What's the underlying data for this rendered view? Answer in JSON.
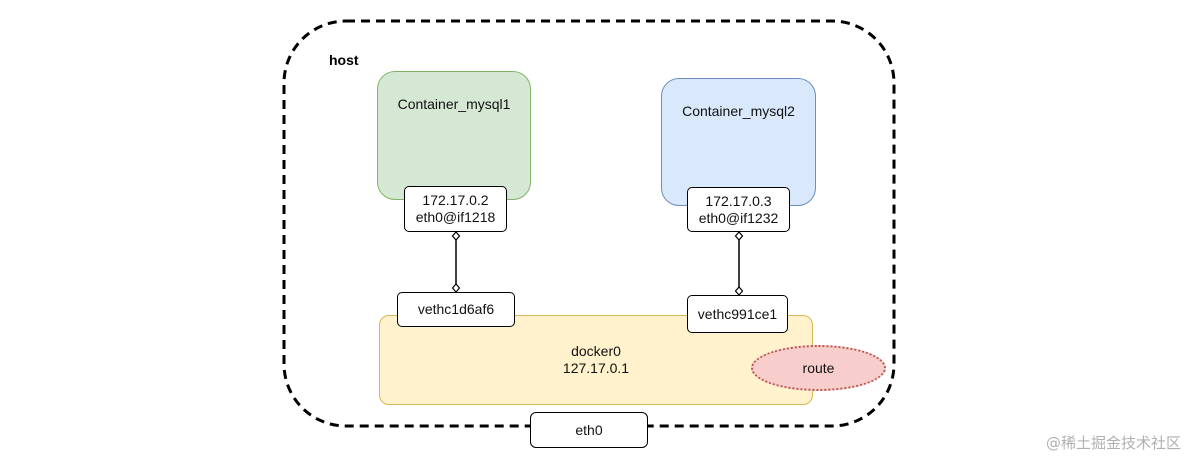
{
  "host": {
    "label": "host"
  },
  "containers": [
    {
      "name": "Container_mysql1",
      "fill": "#d5e8d4",
      "stroke": "#82b366",
      "interface": {
        "ip": "172.17.0.2",
        "name": "eth0@if1218"
      },
      "veth": "vethc1d6af6"
    },
    {
      "name": "Container_mysql2",
      "fill": "#dae8fc",
      "stroke": "#6c8ebf",
      "interface": {
        "ip": "172.17.0.3",
        "name": "eth0@if1232"
      },
      "veth": "vethc991ce1"
    }
  ],
  "bridge": {
    "name": "docker0",
    "ip": "127.17.0.1",
    "fill": "#fff2cc",
    "stroke": "#d6b656"
  },
  "route": {
    "label": "route",
    "fill": "#f8cecc",
    "stroke": "#b85450"
  },
  "host_interface": {
    "label": "eth0"
  },
  "watermark": "@稀土掘金技术社区"
}
